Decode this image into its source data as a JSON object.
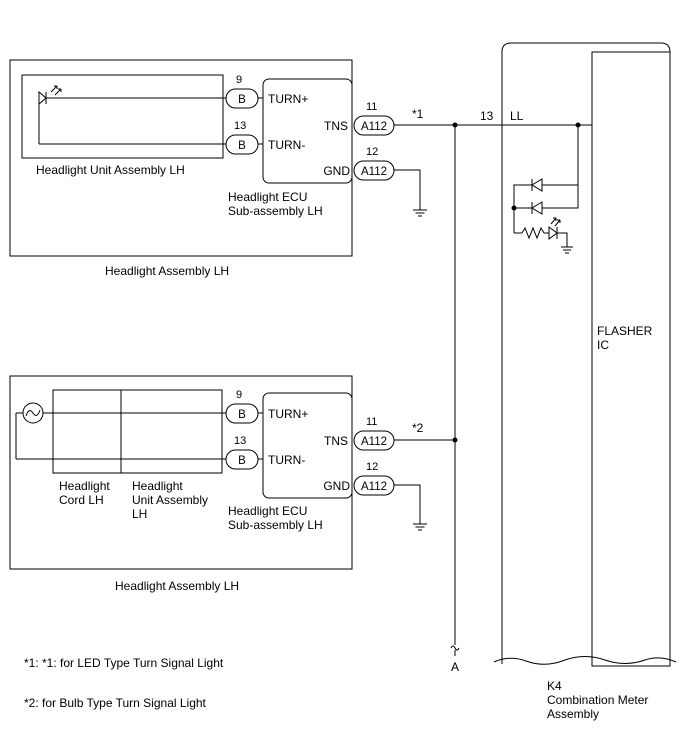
{
  "upper_assembly": {
    "name": "Headlight Assembly LH",
    "unit_label": "Headlight Unit Assembly LH",
    "ecu_label_line1": "Headlight ECU",
    "ecu_label_line2": "Sub-assembly LH",
    "ecu_pins": {
      "turn_plus": "TURN+",
      "turn_minus": "TURN-",
      "tns": "TNS",
      "gnd": "GND"
    },
    "connector_b_turn_plus": {
      "pin": "9",
      "name": "B"
    },
    "connector_b_turn_minus": {
      "pin": "13",
      "name": "B"
    },
    "connector_tns": {
      "pin": "11",
      "name": "A112"
    },
    "connector_gnd": {
      "pin": "12",
      "name": "A112"
    },
    "wire_note": "*1"
  },
  "lower_assembly": {
    "name": "Headlight Assembly LH",
    "cord_label_line1": "Headlight",
    "cord_label_line2": "Cord LH",
    "unit_label_line1": "Headlight",
    "unit_label_line2": "Unit Assembly",
    "unit_label_line3": "LH",
    "ecu_label_line1": "Headlight ECU",
    "ecu_label_line2": "Sub-assembly LH",
    "ecu_pins": {
      "turn_plus": "TURN+",
      "turn_minus": "TURN-",
      "tns": "TNS",
      "gnd": "GND"
    },
    "connector_b_turn_plus": {
      "pin": "9",
      "name": "B"
    },
    "connector_b_turn_minus": {
      "pin": "13",
      "name": "B"
    },
    "connector_tns": {
      "pin": "11",
      "name": "A112"
    },
    "connector_gnd": {
      "pin": "12",
      "name": "A112"
    },
    "wire_note": "*2"
  },
  "combination_meter": {
    "pin": "13",
    "pin_name": "LL",
    "ic_label_line1": "FLASHER",
    "ic_label_line2": "IC",
    "code": "K4",
    "name_line1": "Combination Meter",
    "name_line2": "Assembly"
  },
  "wire_continuation": "A",
  "notes": {
    "note1": "*1: *1: for LED Type Turn Signal Light",
    "note2": "*2: for Bulb Type Turn Signal Light"
  }
}
